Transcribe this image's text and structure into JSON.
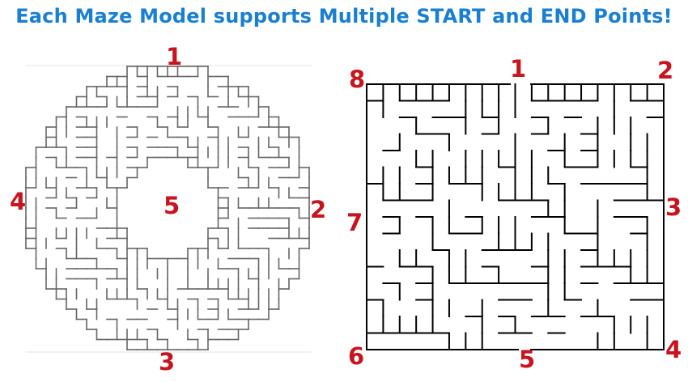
{
  "header": {
    "title": "Each Maze Model supports Multiple START and END Points!",
    "title_color": "#1a7fd0"
  },
  "label_color": "#c8141e",
  "circle_maze": {
    "labels": [
      "1",
      "2",
      "3",
      "4",
      "5"
    ]
  },
  "square_maze": {
    "labels": [
      "1",
      "2",
      "3",
      "4",
      "5",
      "6",
      "7",
      "8"
    ]
  }
}
